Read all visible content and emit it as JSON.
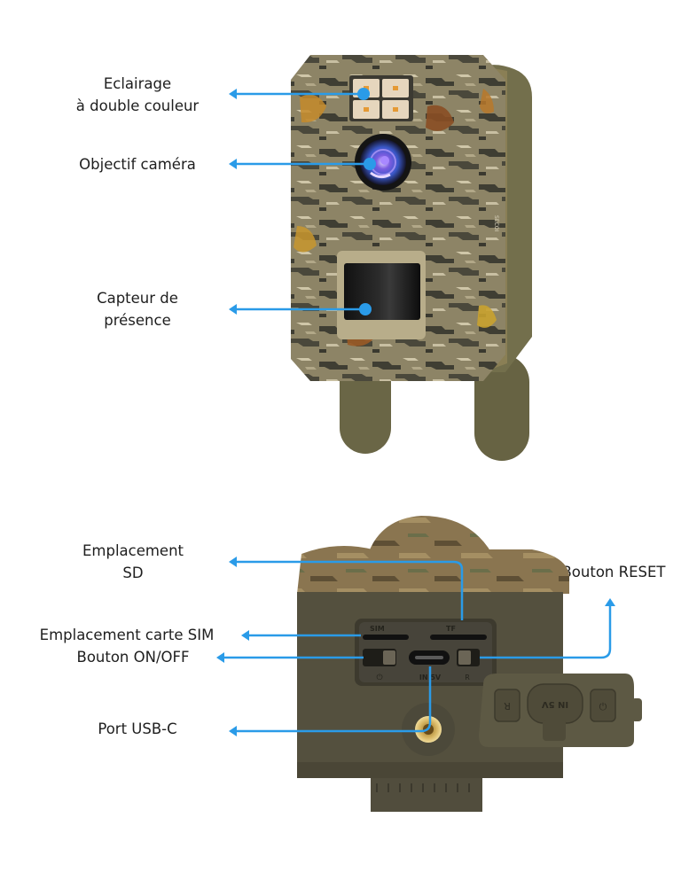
{
  "colors": {
    "callout": "#2a9be8",
    "camo_base": "#8d8466",
    "body_olive": "#6e6a48",
    "bottom_body": "#54503e",
    "lens": "#6b4fd0"
  },
  "front_view": {
    "labels": [
      {
        "id": "lighting",
        "lines": [
          "Eclairage",
          "à double couleur"
        ]
      },
      {
        "id": "lens",
        "lines": [
          "Objectif caméra"
        ]
      },
      {
        "id": "sensor",
        "lines": [
          "Capteur de",
          "présence"
        ]
      }
    ],
    "brand_mark": "SECOI"
  },
  "bottom_view": {
    "labels": [
      {
        "id": "sd",
        "lines": [
          "Emplacement",
          "SD"
        ]
      },
      {
        "id": "sim",
        "lines": [
          "Emplacement carte SIM"
        ]
      },
      {
        "id": "power",
        "lines": [
          "Bouton ON/OFF"
        ]
      },
      {
        "id": "usb",
        "lines": [
          "Port USB-C"
        ]
      },
      {
        "id": "reset",
        "lines": [
          "Bouton RESET"
        ]
      }
    ],
    "panel_markings": {
      "sim": "SIM",
      "tf": "TF",
      "input": "IN 5V",
      "reset_mark": "R",
      "cover_r": "R",
      "cover_in": "IN 5V",
      "cover_power": "⏻"
    }
  }
}
